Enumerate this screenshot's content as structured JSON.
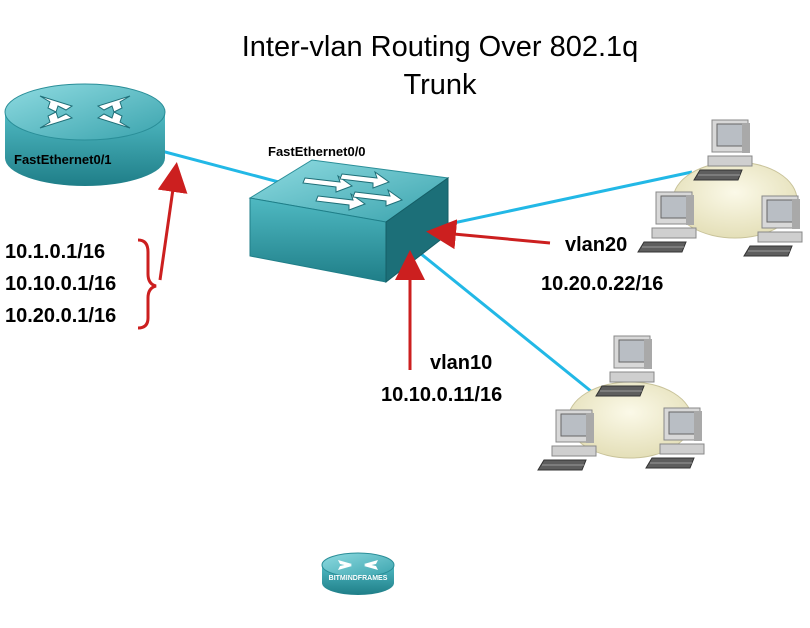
{
  "title": {
    "line1": "Inter-vlan Routing Over 802.1q",
    "line2": "Trunk"
  },
  "router": {
    "icon": "router-icon",
    "port_label": "FastEthernet0/1",
    "subinterfaces": [
      "10.1.0.1/16",
      "10.10.0.1/16",
      "10.20.0.1/16"
    ]
  },
  "switch": {
    "icon": "switch-icon",
    "port_label": "FastEthernet0/0"
  },
  "vlan20": {
    "name": "vlan20",
    "ip": "10.20.0.22/16"
  },
  "vlan10": {
    "name": "vlan10",
    "ip": "10.10.0.11/16"
  },
  "watermark": {
    "text": "BITMINDFRAMES"
  },
  "colors": {
    "link": "#22b8e6",
    "arrow": "#cc1f1f",
    "device_teal": "#3aa3ad",
    "cloud": "#f3efd2"
  }
}
